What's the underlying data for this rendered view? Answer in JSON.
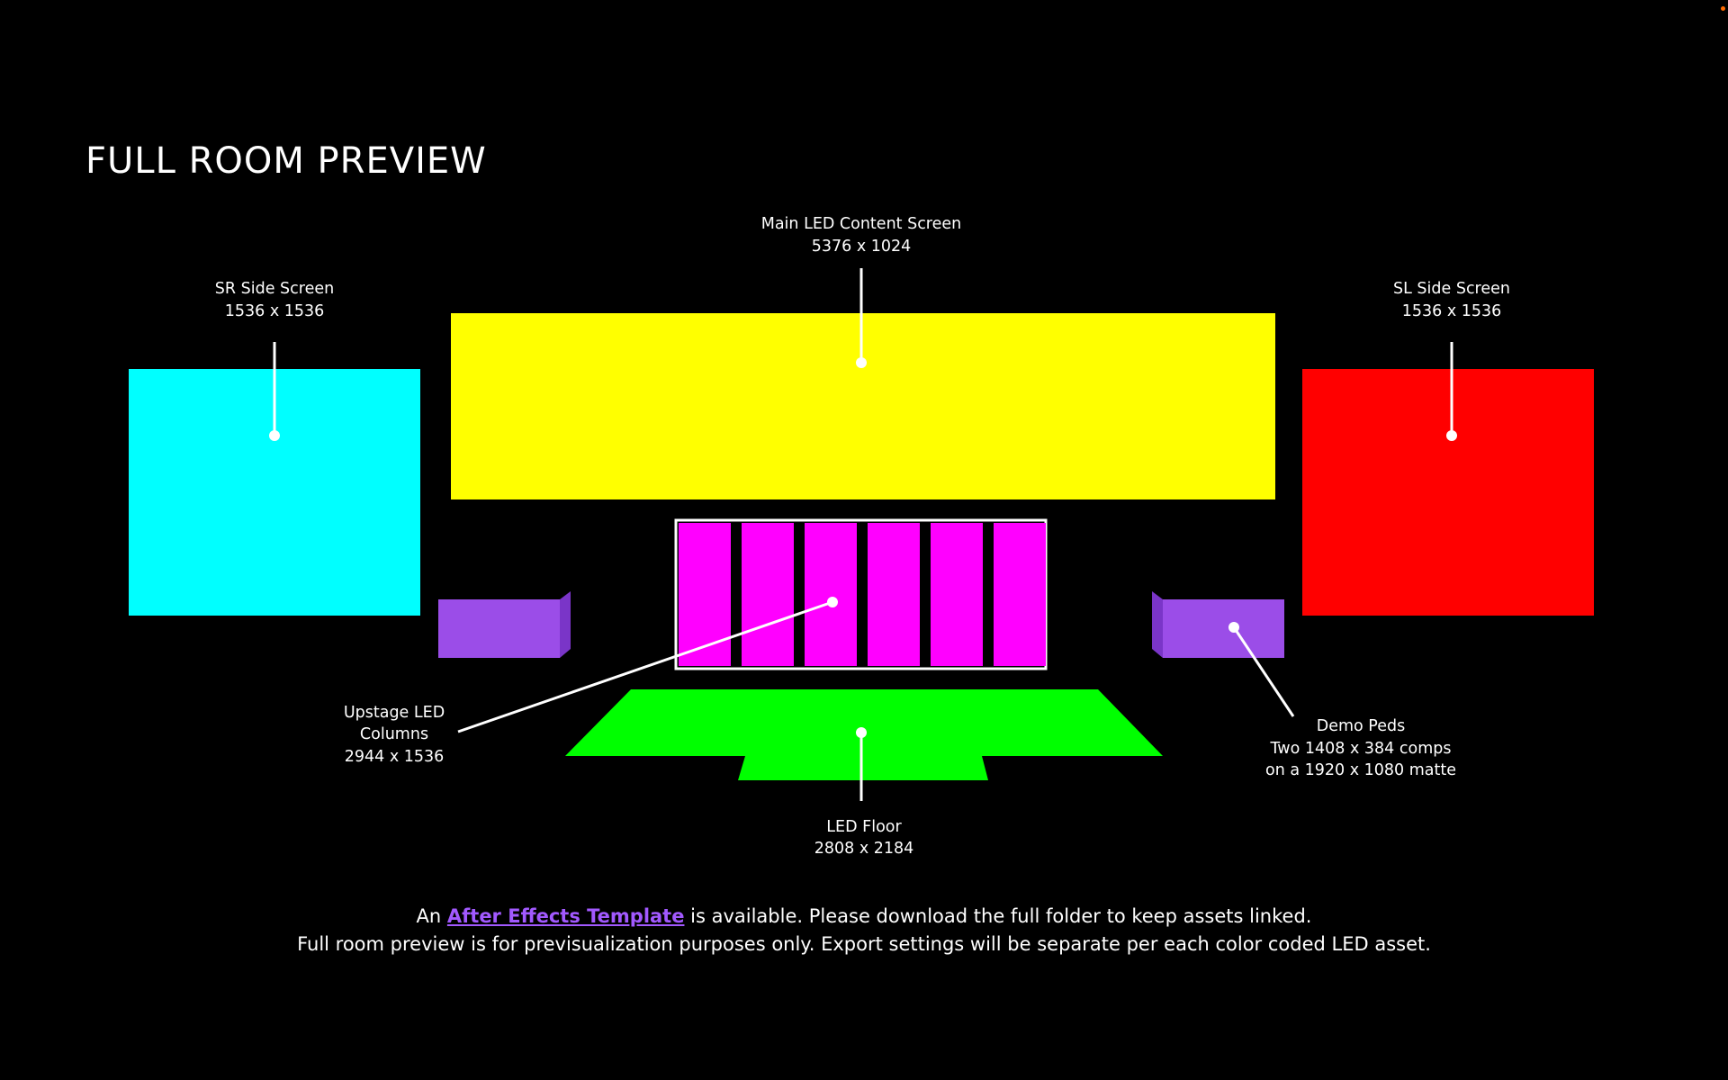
{
  "page": {
    "title": "FULL ROOM PREVIEW"
  },
  "screens": {
    "main": {
      "name": "Main LED Content Screen",
      "size": "5376 x 1024",
      "color": "#ffff00"
    },
    "sr": {
      "name": "SR Side Screen",
      "size": "1536 x 1536",
      "color": "#00ffff"
    },
    "sl": {
      "name": "SL Side Screen",
      "size": "1536 x 1536",
      "color": "#ff0000"
    },
    "upstage_columns": {
      "name_line1": "Upstage LED",
      "name_line2": "Columns",
      "size": "2944 x 1536",
      "color": "#ff00ff",
      "column_count": 6
    },
    "floor": {
      "name": "LED Floor",
      "size": "2808 x 2184",
      "color": "#00ff00"
    },
    "demo_peds": {
      "name": "Demo Peds",
      "line2": "Two 1408 x 384 comps",
      "line3": "on a 1920 x 1080 matte",
      "color": "#9b4de8",
      "side_color": "#7a35c8"
    }
  },
  "footer": {
    "line1_prefix": "An ",
    "link_text": "After Effects Template",
    "line1_suffix": " is available.  Please download the full folder to keep assets linked.",
    "line2": "Full room preview is for previsualization purposes only. Export settings will be separate per each color coded LED asset."
  },
  "colors": {
    "background": "#000000",
    "text": "#ffffff",
    "link": "#a259ff",
    "callout_line": "#ffffff",
    "corner_dot": "#ff6a00"
  }
}
